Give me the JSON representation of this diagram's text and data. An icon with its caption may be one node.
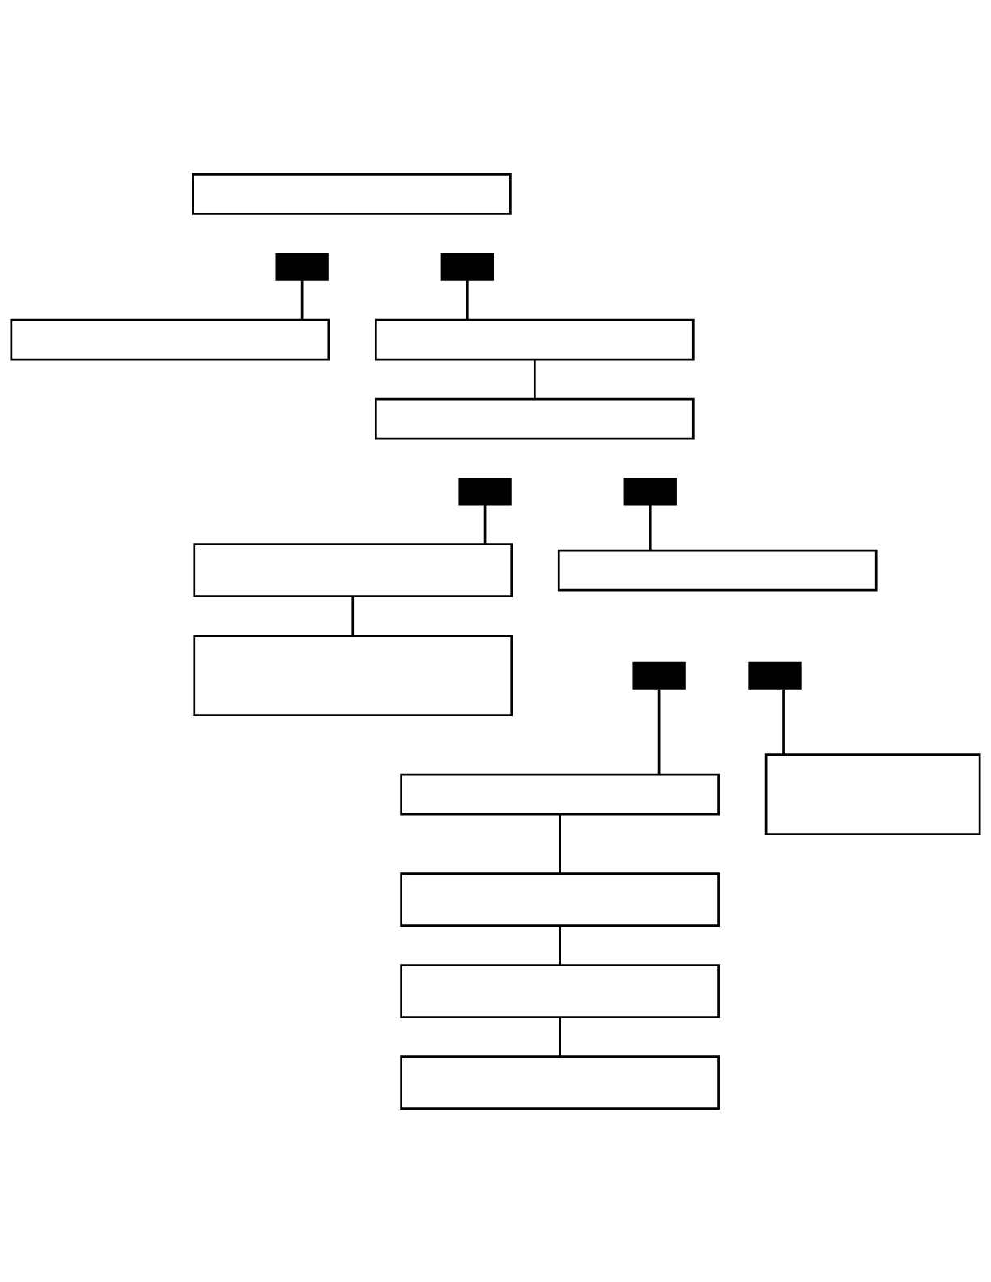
{
  "diagram": {
    "nodes": [
      {
        "text": [],
        "shape": "box"
      },
      {
        "text": [],
        "shape": "bar"
      },
      {
        "text": [],
        "shape": "bar"
      },
      {
        "text": [],
        "shape": "box"
      },
      {
        "text": [],
        "shape": "box"
      },
      {
        "text": [],
        "shape": "box"
      },
      {
        "text": [],
        "shape": "bar"
      },
      {
        "text": [],
        "shape": "bar"
      },
      {
        "text": [],
        "shape": "box"
      },
      {
        "text": [],
        "shape": "box"
      },
      {
        "text": [],
        "shape": "bar"
      },
      {
        "text": [],
        "shape": "bar"
      },
      {
        "text": [],
        "shape": "box"
      },
      {
        "text": [],
        "shape": "box"
      },
      {
        "text": [],
        "shape": "box"
      },
      {
        "text": [],
        "shape": "box"
      },
      {
        "text": [],
        "shape": "box"
      },
      {
        "text": [],
        "shape": "box"
      }
    ],
    "edges": [
      {
        "from": 1,
        "to": 3,
        "arrow": "none"
      },
      {
        "from": 2,
        "to": 4,
        "arrow": "none"
      },
      {
        "from": 4,
        "to": 5,
        "arrow": "none"
      },
      {
        "from": 6,
        "to": 8,
        "arrow": "none"
      },
      {
        "from": 7,
        "to": 9,
        "arrow": "none"
      },
      {
        "from": 8,
        "to": 12,
        "arrow": "none"
      },
      {
        "from": 11,
        "to": 13,
        "arrow": "none"
      },
      {
        "from": 10,
        "to": 14,
        "arrow": "none"
      },
      {
        "from": 14,
        "to": 15,
        "arrow": "none"
      },
      {
        "from": 15,
        "to": 16,
        "arrow": "none"
      },
      {
        "from": 16,
        "to": 17,
        "arrow": "none"
      }
    ]
  }
}
